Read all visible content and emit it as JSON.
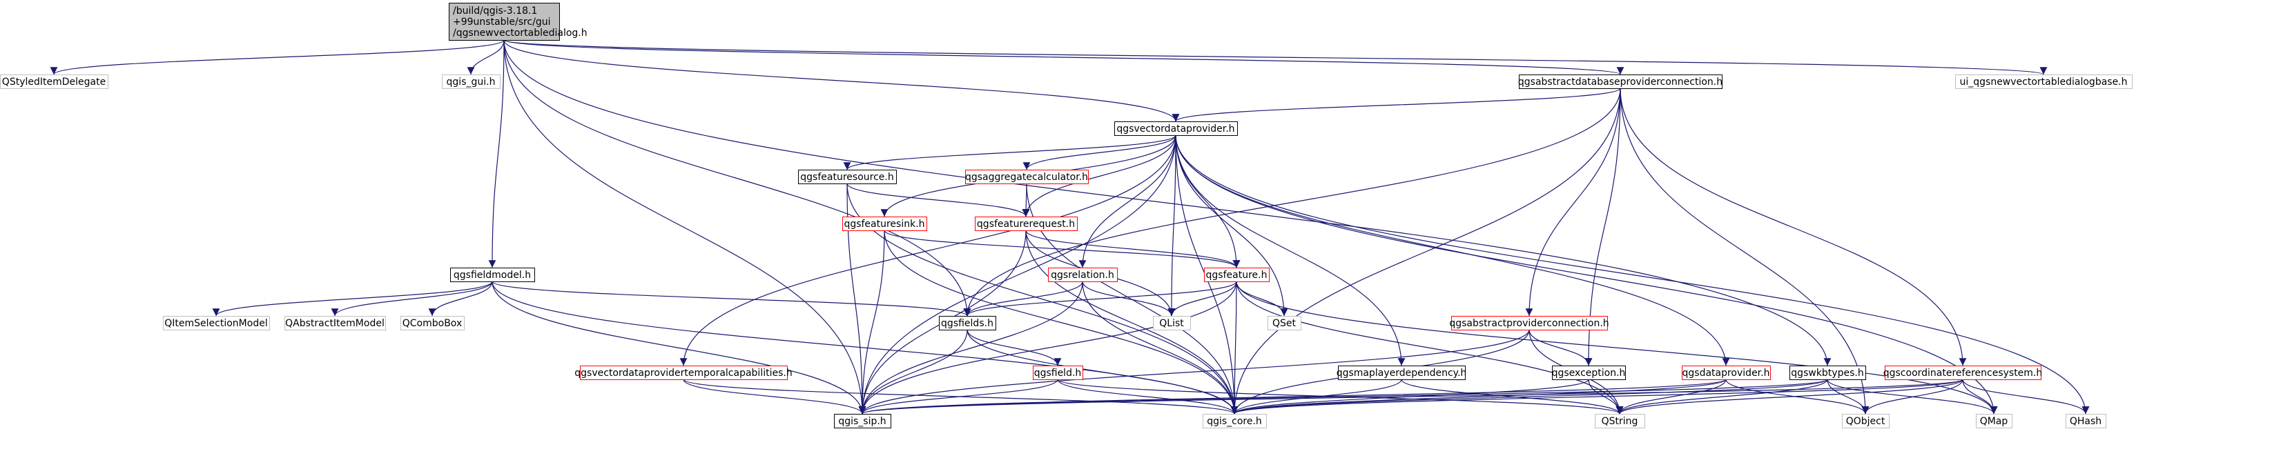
{
  "colors": {
    "edge": "#191970",
    "root_fill": "#bfbfbf",
    "root_border": "#000000",
    "documented_border": "#000000",
    "truncated_border": "#ff0000",
    "external_border": "#bfbfbf",
    "text": "#000000"
  },
  "nodes": [
    {
      "id": "root",
      "lines": [
        "/build/qgis-3.18.1",
        "+99unstable/src/gui",
        "/qgsnewvectortabledialog.h"
      ],
      "kind": "root"
    },
    {
      "id": "qstyleditemdelegate",
      "lines": [
        "QStyledItemDelegate"
      ],
      "kind": "external"
    },
    {
      "id": "qgis_gui",
      "lines": [
        "qgis_gui.h"
      ],
      "kind": "external"
    },
    {
      "id": "qgsabstractdatabaseproviderconnection",
      "lines": [
        "qgsabstractdatabaseproviderconnection.h"
      ],
      "kind": "documented"
    },
    {
      "id": "ui_qgsnewvectortabledialogbase",
      "lines": [
        "ui_qgsnewvectortabledialogbase.h"
      ],
      "kind": "external"
    },
    {
      "id": "qgsvectordataprovider",
      "lines": [
        "qgsvectordataprovider.h"
      ],
      "kind": "documented"
    },
    {
      "id": "qgsfeaturesource",
      "lines": [
        "qgsfeaturesource.h"
      ],
      "kind": "documented"
    },
    {
      "id": "qgsaggregatecalculator",
      "lines": [
        "qgsaggregatecalculator.h"
      ],
      "kind": "truncated"
    },
    {
      "id": "qgsfeaturesink",
      "lines": [
        "qgsfeaturesink.h"
      ],
      "kind": "truncated"
    },
    {
      "id": "qgsfeaturerequest",
      "lines": [
        "qgsfeaturerequest.h"
      ],
      "kind": "truncated"
    },
    {
      "id": "qgsfieldmodel",
      "lines": [
        "qgsfieldmodel.h"
      ],
      "kind": "documented"
    },
    {
      "id": "qgsrelation",
      "lines": [
        "qgsrelation.h"
      ],
      "kind": "truncated"
    },
    {
      "id": "qgsfeature",
      "lines": [
        "qgsfeature.h"
      ],
      "kind": "truncated"
    },
    {
      "id": "qitemselectionmodel",
      "lines": [
        "QItemSelectionModel"
      ],
      "kind": "external"
    },
    {
      "id": "qabstractitemmodel",
      "lines": [
        "QAbstractItemModel"
      ],
      "kind": "external"
    },
    {
      "id": "qcombobox",
      "lines": [
        "QComboBox"
      ],
      "kind": "external"
    },
    {
      "id": "qgsfields",
      "lines": [
        "qgsfields.h"
      ],
      "kind": "documented"
    },
    {
      "id": "qlist",
      "lines": [
        "QList"
      ],
      "kind": "external"
    },
    {
      "id": "qset",
      "lines": [
        "QSet"
      ],
      "kind": "external"
    },
    {
      "id": "qgsabstractproviderconnection",
      "lines": [
        "qgsabstractproviderconnection.h"
      ],
      "kind": "truncated"
    },
    {
      "id": "qgsvectordataprovidertemporalcapabilities",
      "lines": [
        "qgsvectordataprovidertemporalcapabilities.h"
      ],
      "kind": "truncated"
    },
    {
      "id": "qgsfield",
      "lines": [
        "qgsfield.h"
      ],
      "kind": "truncated"
    },
    {
      "id": "qgsmaplayerdependency",
      "lines": [
        "qgsmaplayerdependency.h"
      ],
      "kind": "documented"
    },
    {
      "id": "qgsexception",
      "lines": [
        "qgsexception.h"
      ],
      "kind": "documented"
    },
    {
      "id": "qgsdataprovider",
      "lines": [
        "qgsdataprovider.h"
      ],
      "kind": "truncated"
    },
    {
      "id": "qgswkbtypes",
      "lines": [
        "qgswkbtypes.h"
      ],
      "kind": "documented"
    },
    {
      "id": "qgscoordinatereferencesystem",
      "lines": [
        "qgscoordinatereferencesystem.h"
      ],
      "kind": "truncated"
    },
    {
      "id": "qgis_sip",
      "lines": [
        "qgis_sip.h"
      ],
      "kind": "documented"
    },
    {
      "id": "qgis_core",
      "lines": [
        "qgis_core.h"
      ],
      "kind": "external"
    },
    {
      "id": "qstring",
      "lines": [
        "QString"
      ],
      "kind": "external"
    },
    {
      "id": "qobject",
      "lines": [
        "QObject"
      ],
      "kind": "external"
    },
    {
      "id": "qmap",
      "lines": [
        "QMap"
      ],
      "kind": "external"
    },
    {
      "id": "qhash",
      "lines": [
        "QHash"
      ],
      "kind": "external"
    }
  ],
  "edges": [
    [
      "root",
      "qstyleditemdelegate"
    ],
    [
      "root",
      "qgis_gui"
    ],
    [
      "root",
      "qgsabstractdatabaseproviderconnection"
    ],
    [
      "root",
      "ui_qgsnewvectortabledialogbase"
    ],
    [
      "root",
      "qgsvectordataprovider"
    ],
    [
      "root",
      "qgsfieldmodel"
    ],
    [
      "root",
      "qgis_sip"
    ],
    [
      "root",
      "qgsfields"
    ],
    [
      "root",
      "qgswkbtypes"
    ],
    [
      "qgsabstractdatabaseproviderconnection",
      "qgsvectordataprovider"
    ],
    [
      "qgsabstractdatabaseproviderconnection",
      "qgsfields"
    ],
    [
      "qgsabstractdatabaseproviderconnection",
      "qgsabstractproviderconnection"
    ],
    [
      "qgsabstractdatabaseproviderconnection",
      "qgsexception"
    ],
    [
      "qgsabstractdatabaseproviderconnection",
      "qgscoordinatereferencesystem"
    ],
    [
      "qgsabstractdatabaseproviderconnection",
      "qgis_core"
    ],
    [
      "qgsabstractdatabaseproviderconnection",
      "qobject"
    ],
    [
      "qgsvectordataprovider",
      "qgsfeaturesource"
    ],
    [
      "qgsvectordataprovider",
      "qgsaggregatecalculator"
    ],
    [
      "qgsvectordataprovider",
      "qgsfeaturesink"
    ],
    [
      "qgsvectordataprovider",
      "qgsfeaturerequest"
    ],
    [
      "qgsvectordataprovider",
      "qgsrelation"
    ],
    [
      "qgsvectordataprovider",
      "qgsfeature"
    ],
    [
      "qgsvectordataprovider",
      "qlist"
    ],
    [
      "qgsvectordataprovider",
      "qset"
    ],
    [
      "qgsvectordataprovider",
      "qgsvectordataprovidertemporalcapabilities"
    ],
    [
      "qgsvectordataprovider",
      "qgsmaplayerdependency"
    ],
    [
      "qgsvectordataprovider",
      "qgsdataprovider"
    ],
    [
      "qgsvectordataprovider",
      "qgis_core"
    ],
    [
      "qgsvectordataprovider",
      "qgis_sip"
    ],
    [
      "qgsvectordataprovider",
      "qmap"
    ],
    [
      "qgsvectordataprovider",
      "qhash"
    ],
    [
      "qgsfeaturesource",
      "qgsfeaturerequest"
    ],
    [
      "qgsfeaturesource",
      "qgis_core"
    ],
    [
      "qgsfeaturesource",
      "qgis_sip"
    ],
    [
      "qgsaggregatecalculator",
      "qgsfeaturerequest"
    ],
    [
      "qgsaggregatecalculator",
      "qgis_core"
    ],
    [
      "qgsfeaturesink",
      "qgsfeature"
    ],
    [
      "qgsfeaturesink",
      "qgis_core"
    ],
    [
      "qgsfeaturesink",
      "qgis_sip"
    ],
    [
      "qgsfeaturerequest",
      "qgsfeature"
    ],
    [
      "qgsfeaturerequest",
      "qlist"
    ],
    [
      "qgsfeaturerequest",
      "qgis_core"
    ],
    [
      "qgsfeaturerequest",
      "qgis_sip"
    ],
    [
      "qgsfieldmodel",
      "qitemselectionmodel"
    ],
    [
      "qgsfieldmodel",
      "qabstractitemmodel"
    ],
    [
      "qgsfieldmodel",
      "qcombobox"
    ],
    [
      "qgsfieldmodel",
      "qgsfields"
    ],
    [
      "qgsfieldmodel",
      "qgis_core"
    ],
    [
      "qgsfieldmodel",
      "qgis_sip"
    ],
    [
      "qgsrelation",
      "qgsfields"
    ],
    [
      "qgsrelation",
      "qlist"
    ],
    [
      "qgsrelation",
      "qgis_core"
    ],
    [
      "qgsrelation",
      "qgis_sip"
    ],
    [
      "qgsfeature",
      "qgsfields"
    ],
    [
      "qgsfeature",
      "qlist"
    ],
    [
      "qgsfeature",
      "qset"
    ],
    [
      "qgsfeature",
      "qgis_core"
    ],
    [
      "qgsfeature",
      "qgis_sip"
    ],
    [
      "qgsfeature",
      "qstring"
    ],
    [
      "qgsfeature",
      "qmap"
    ],
    [
      "qgsfields",
      "qgsfield"
    ],
    [
      "qgsfields",
      "qgis_core"
    ],
    [
      "qgsfields",
      "qgis_sip"
    ],
    [
      "qgsabstractproviderconnection",
      "qgsexception"
    ],
    [
      "qgsabstractproviderconnection",
      "qgis_core"
    ],
    [
      "qgsabstractproviderconnection",
      "qgis_sip"
    ],
    [
      "qgsabstractproviderconnection",
      "qstring"
    ],
    [
      "qgsvectordataprovidertemporalcapabilities",
      "qgis_sip"
    ],
    [
      "qgsvectordataprovidertemporalcapabilities",
      "qgis_core"
    ],
    [
      "qgsfield",
      "qgis_core"
    ],
    [
      "qgsfield",
      "qgis_sip"
    ],
    [
      "qgsfield",
      "qstring"
    ],
    [
      "qgsmaplayerdependency",
      "qgis_core"
    ],
    [
      "qgsmaplayerdependency",
      "qstring"
    ],
    [
      "qgsexception",
      "qgis_core"
    ],
    [
      "qgsexception",
      "qstring"
    ],
    [
      "qgsdataprovider",
      "qgis_core"
    ],
    [
      "qgsdataprovider",
      "qgis_sip"
    ],
    [
      "qgsdataprovider",
      "qstring"
    ],
    [
      "qgsdataprovider",
      "qobject"
    ],
    [
      "qgswkbtypes",
      "qgis_core"
    ],
    [
      "qgswkbtypes",
      "qgis_sip"
    ],
    [
      "qgswkbtypes",
      "qstring"
    ],
    [
      "qgswkbtypes",
      "qobject"
    ],
    [
      "qgswkbtypes",
      "qmap"
    ],
    [
      "qgscoordinatereferencesystem",
      "qgis_core"
    ],
    [
      "qgscoordinatereferencesystem",
      "qgis_sip"
    ],
    [
      "qgscoordinatereferencesystem",
      "qstring"
    ],
    [
      "qgscoordinatereferencesystem",
      "qobject"
    ],
    [
      "qgscoordinatereferencesystem",
      "qmap"
    ],
    [
      "qgscoordinatereferencesystem",
      "qhash"
    ]
  ]
}
